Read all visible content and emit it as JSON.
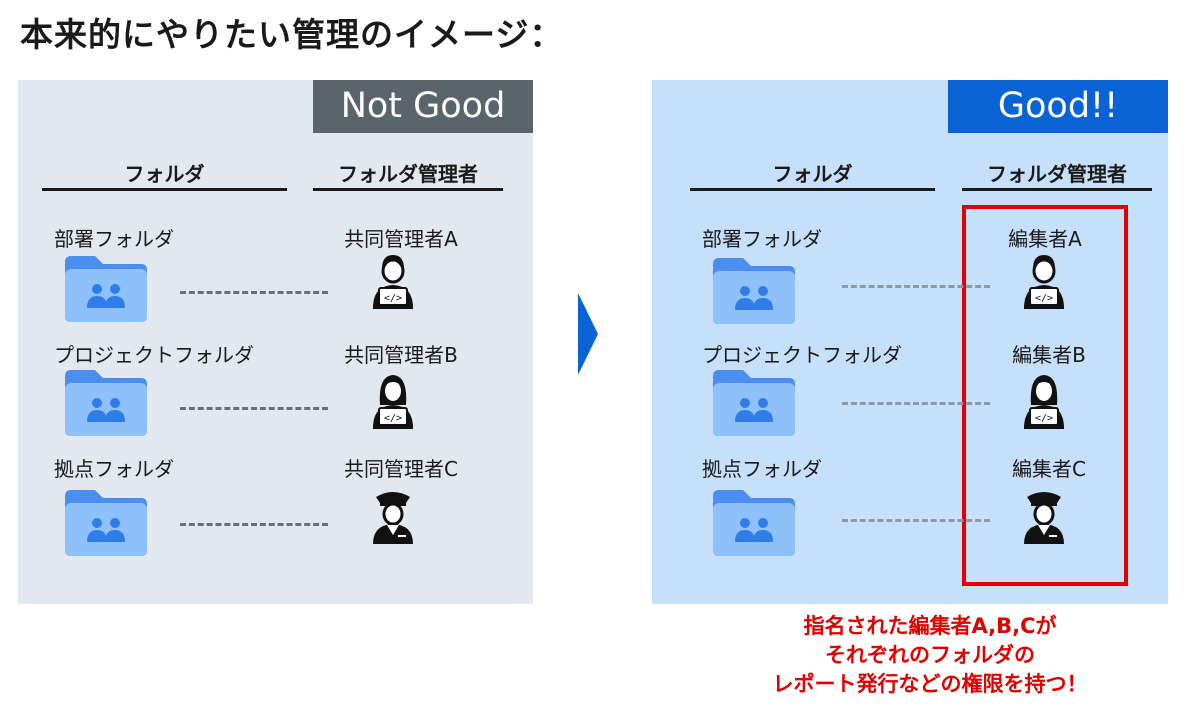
{
  "title": "本来的にやりたい管理のイメージ：",
  "left_panel": {
    "badge": "Not Good",
    "folder_header": "フォルダ",
    "owner_header": "フォルダ管理者",
    "rows": [
      {
        "folder": "部署フォルダ",
        "owner": "共同管理者A",
        "owner_icon": "developer-icon"
      },
      {
        "folder": "プロジェクトフォルダ",
        "owner": "共同管理者B",
        "owner_icon": "developer-woman-icon"
      },
      {
        "folder": "拠点フォルダ",
        "owner": "共同管理者C",
        "owner_icon": "officer-icon"
      }
    ]
  },
  "right_panel": {
    "badge": "Good!!",
    "folder_header": "フォルダ",
    "owner_header": "フォルダ管理者",
    "rows": [
      {
        "folder": "部署フォルダ",
        "owner": "編集者A",
        "owner_icon": "developer-icon"
      },
      {
        "folder": "プロジェクトフォルダ",
        "owner": "編集者B",
        "owner_icon": "developer-woman-icon"
      },
      {
        "folder": "拠点フォルダ",
        "owner": "編集者C",
        "owner_icon": "officer-icon"
      }
    ]
  },
  "note": {
    "lines": [
      "指名された編集者A,B,Cが",
      "それぞれのフォルダの",
      "レポート発行などの権限を持つ！"
    ]
  },
  "colors": {
    "left_panel_bg": "#e2e8ef",
    "right_panel_bg": "#c6dffa",
    "not_good_badge": "#59646b",
    "good_badge": "#0a63d4",
    "highlight_red": "#e00000",
    "folder_blue": "#5a9bf0",
    "arrow_blue": "#0a63d4"
  }
}
